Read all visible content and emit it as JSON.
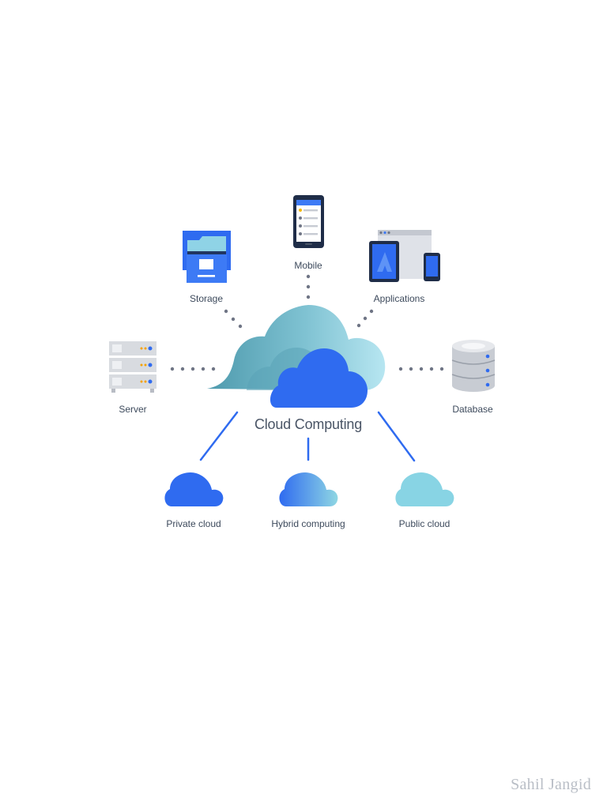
{
  "diagram": {
    "center_label": "Cloud Computing",
    "nodes": {
      "mobile": "Mobile",
      "storage": "Storage",
      "applications": "Applications",
      "server": "Server",
      "database": "Database"
    },
    "cloud_types": {
      "private": "Private cloud",
      "hybrid": "Hybrid computing",
      "public": "Public cloud"
    }
  },
  "watermark": "Sahil Jangid",
  "colors": {
    "primary_blue": "#2f6bf0",
    "teal": "#6fb3c4",
    "light_cyan": "#8ed3e3",
    "dark_navy": "#1f2d48",
    "dot_gray": "#6f7585"
  }
}
